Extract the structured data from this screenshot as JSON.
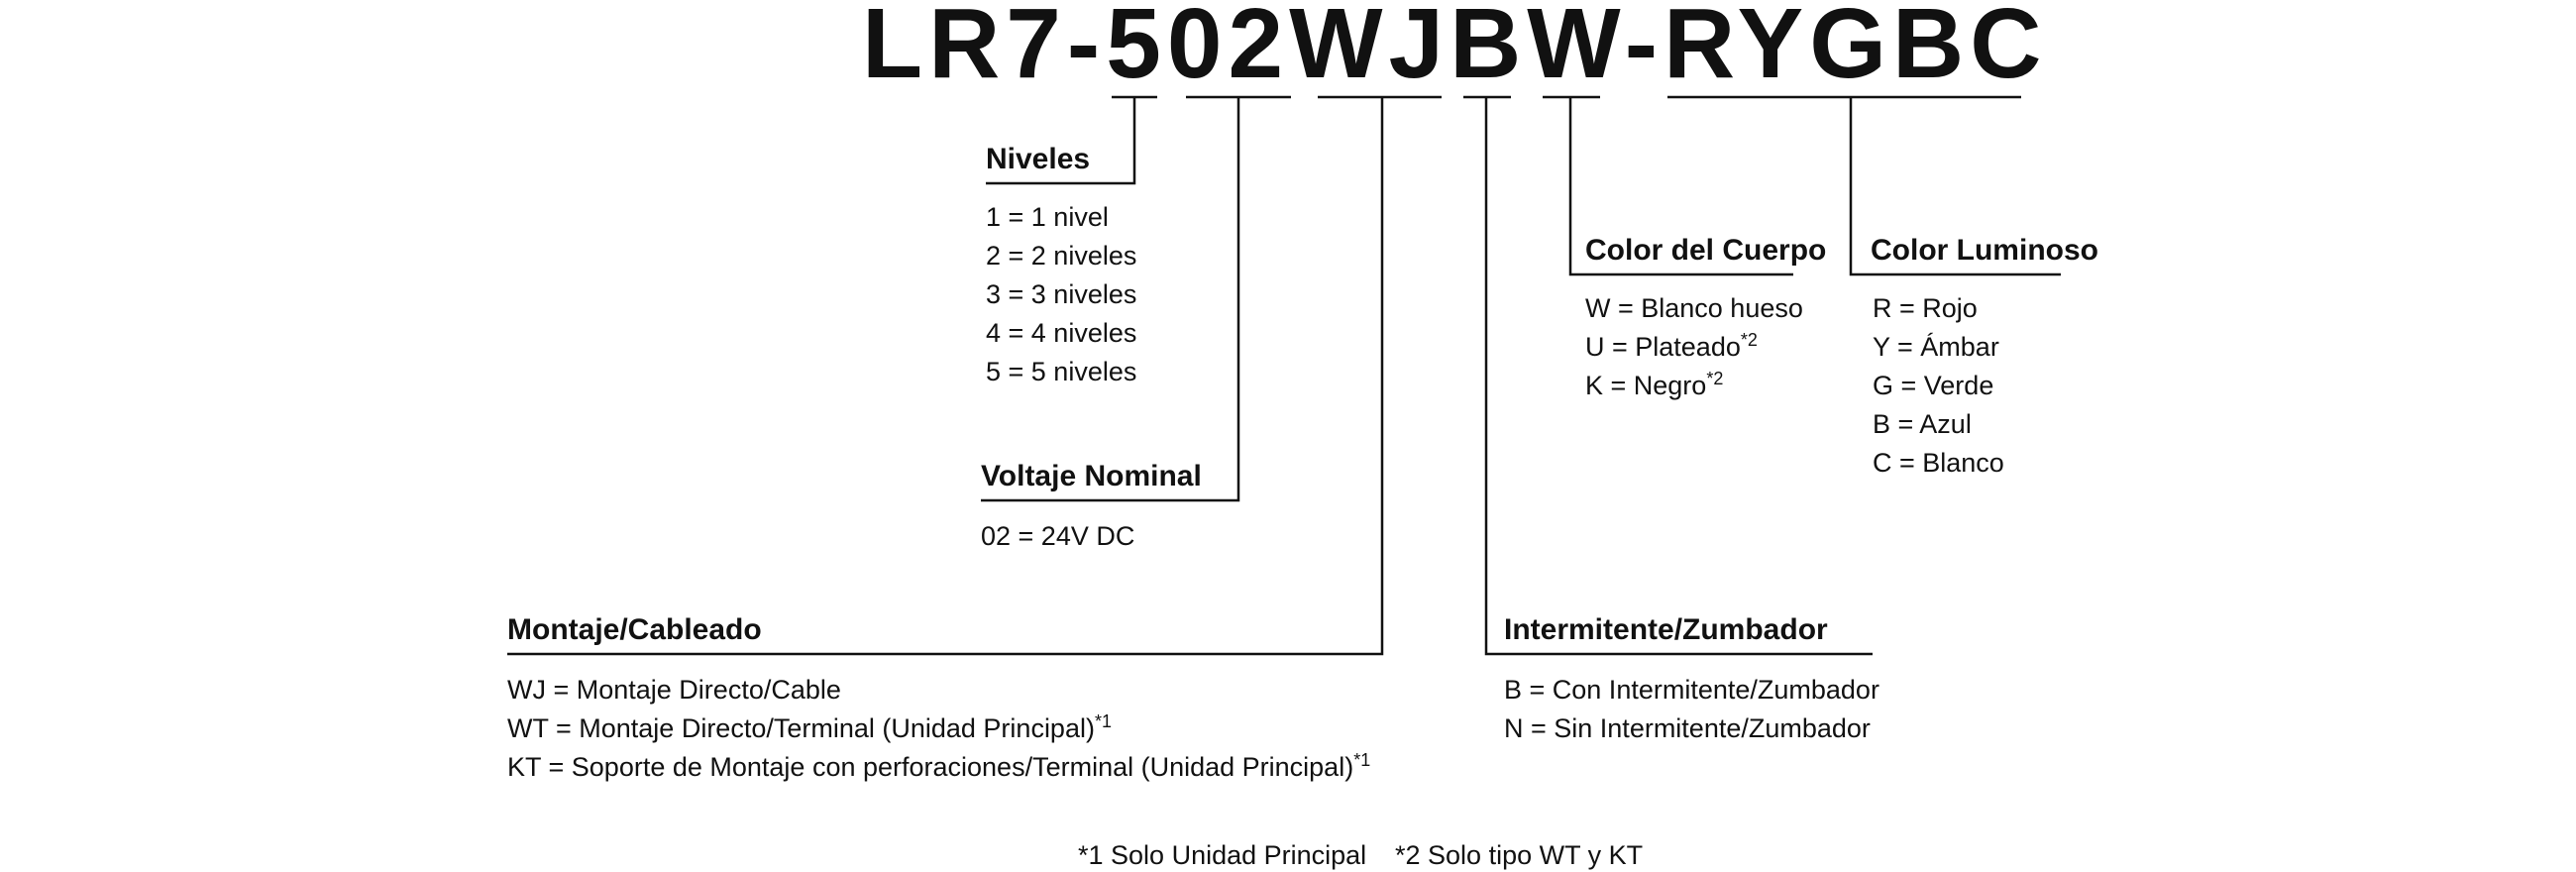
{
  "model_code": {
    "prefix": "LR7-",
    "levels": "5",
    "voltage": "02",
    "mounting": "WJ",
    "flasher": "B",
    "body_color": "W",
    "dash": "-",
    "light_colors": "RYGBC"
  },
  "sections": {
    "levels": {
      "title": "Niveles",
      "options": [
        "1 = 1 nivel",
        "2 = 2 niveles",
        "3 = 3 niveles",
        "4 = 4 niveles",
        "5 = 5 niveles"
      ]
    },
    "voltage": {
      "title": "Voltaje Nominal",
      "options": [
        "02 = 24V DC"
      ]
    },
    "mounting": {
      "title": "Montaje/Cableado",
      "options": [
        {
          "text": "WJ = Montaje Directo/Cable",
          "note": ""
        },
        {
          "text": "WT = Montaje Directo/Terminal (Unidad Principal)",
          "note": "*1"
        },
        {
          "text": "KT = Soporte de Montaje con perforaciones/Terminal (Unidad Principal)",
          "note": "*1"
        }
      ]
    },
    "flasher": {
      "title": "Intermitente/Zumbador",
      "options": [
        "B = Con Intermitente/Zumbador",
        "N = Sin Intermitente/Zumbador"
      ]
    },
    "body_color": {
      "title": "Color del Cuerpo",
      "options": [
        {
          "text": "W = Blanco hueso",
          "note": ""
        },
        {
          "text": "U = Plateado",
          "note": "*2"
        },
        {
          "text": "K = Negro",
          "note": "*2"
        }
      ]
    },
    "light_color": {
      "title": "Color Luminoso",
      "options": [
        "R = Rojo",
        "Y = Ámbar",
        "G = Verde",
        "B = Azul",
        "C = Blanco"
      ]
    }
  },
  "footnotes": {
    "note1": "*1 Solo Unidad Principal",
    "note2": "*2 Solo tipo WT y KT"
  }
}
